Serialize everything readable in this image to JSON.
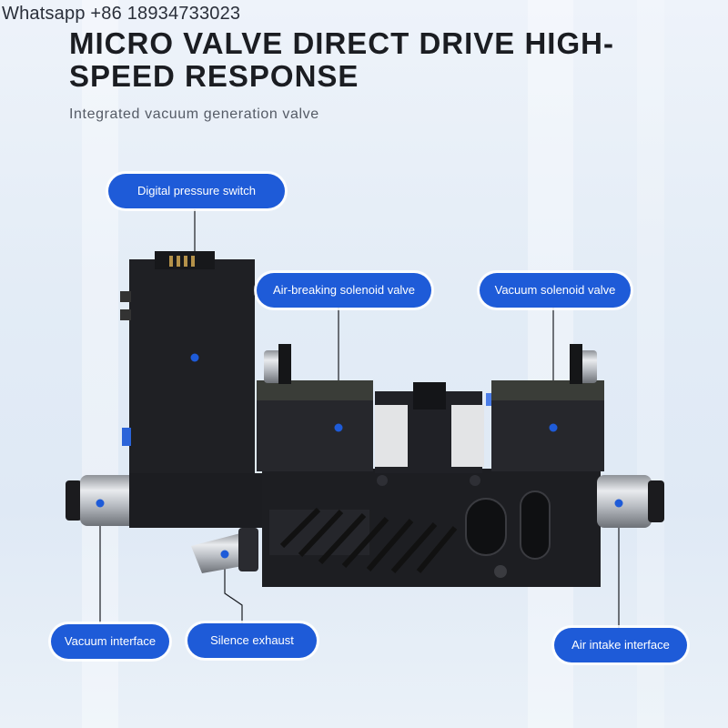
{
  "watermark": "Whatsapp +86 18934733023",
  "title": "MICRO VALVE DIRECT DRIVE HIGH-SPEED RESPONSE",
  "subtitle": "Integrated vacuum generation valve",
  "callouts": {
    "pressure_switch": "Digital pressure switch",
    "air_breaking": "Air-breaking solenoid valve",
    "vacuum_solenoid": "Vacuum solenoid valve",
    "vacuum_interface": "Vacuum interface",
    "silence_exhaust": "Silence exhaust",
    "air_intake": "Air intake interface"
  },
  "colors": {
    "accent": "#1e5bd8",
    "body": "#1d1e22",
    "body_light": "#2c2e33",
    "metal": "#c9ccd1"
  }
}
